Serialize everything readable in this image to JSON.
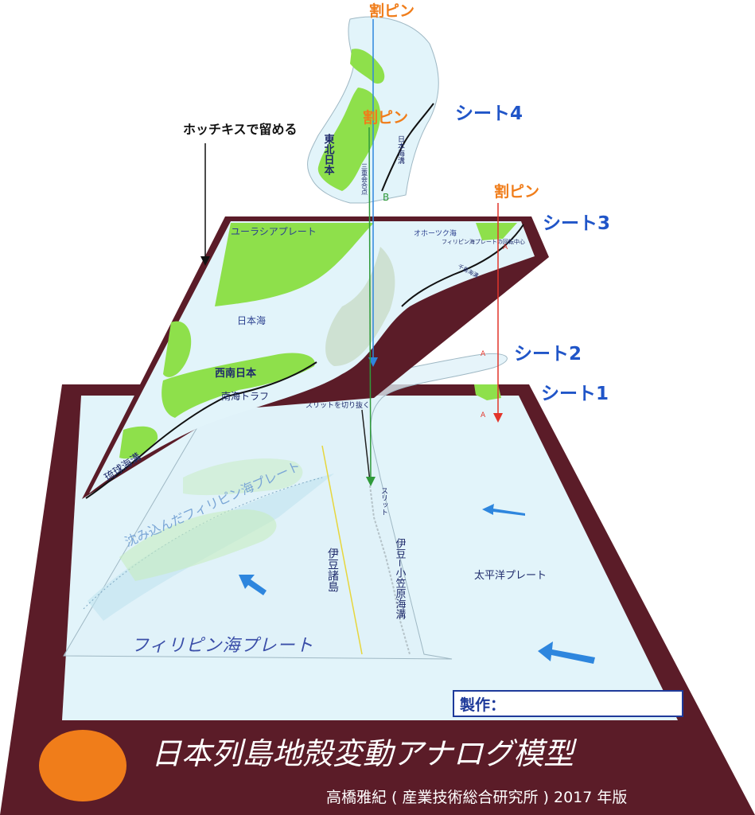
{
  "colors": {
    "frame": "#5b1c28",
    "sea": "#e2f4fa",
    "land": "#8ee04b",
    "pin": "#f07d1a",
    "sheet_label": "#2055c8",
    "arrow_blue": "#2e86de",
    "line_red": "#e2342a",
    "line_green": "#2f9a3a"
  },
  "annotations": {
    "pin_top": "割ピン",
    "pin_mid": "割ピン",
    "pin_right": "割ピン",
    "stapler": "ホッチキスで留める",
    "sheet4": "シート4",
    "sheet3": "シート3",
    "sheet2": "シート2",
    "sheet1": "シート1"
  },
  "sheet4": {
    "northeast_japan": "東北日本",
    "japan_trench": "日本海溝",
    "triple_junction": "三重会合点",
    "marker_b": "B"
  },
  "sheet3": {
    "eurasian_plate": "ユーラシアプレート",
    "okhotsk_sea": "オホーツク海",
    "ph_rotation_center": "フィリピン海プレートの回転中心",
    "kuril_trench": "千島海溝",
    "sea_of_japan": "日本海",
    "southwest_japan": "西南日本",
    "nankai_trough": "南海トラフ",
    "ryukyu_trench": "琉球海溝",
    "marker_a": "A"
  },
  "sheet2": {
    "marker_a": "A"
  },
  "sheet1": {
    "slit_cut": "スリットを切り抜く",
    "slit": "スリット",
    "subducted_ph": "沈み込んだフィリピン海プレート",
    "izu_islands": "伊豆諸島",
    "izu_bonin_trench": "伊豆−小笠原海溝",
    "pacific_plate": "太平洋プレート",
    "philippine_sea_plate": "フィリピン海プレート",
    "marker_a": "A",
    "maker_label": "製作："
  },
  "footer": {
    "title": "日本列島地殻変動アナログ模型",
    "credit": "高橋雅紀 ( 産業技術総合研究所 ) 2017 年版"
  }
}
